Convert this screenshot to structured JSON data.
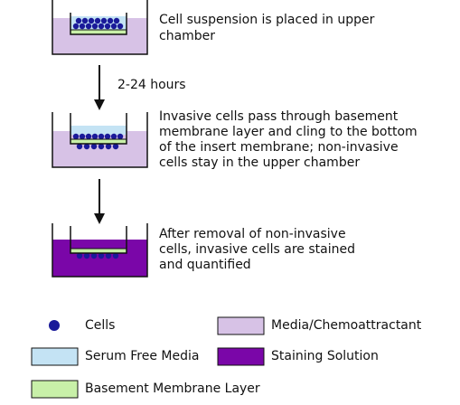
{
  "steps": [
    {
      "caption_lines": [
        "Cell suspension is placed in upper",
        "chamber"
      ]
    },
    {
      "caption_lines": [
        "Invasive cells pass through basement",
        "membrane layer and cling to the bottom",
        "of the insert membrane; non-invasive",
        "cells stay in the upper chamber"
      ]
    },
    {
      "caption_lines": [
        "After removal of non-invasive",
        "cells, invasive cells are stained",
        "and quantified"
      ]
    }
  ],
  "arrow_labels": [
    "2-24 hours"
  ],
  "legend": {
    "cells": "Cells",
    "media": "Media/Chemoattractant",
    "serum_free": "Serum Free Media",
    "staining": "Staining Solution",
    "basement": "Basement Membrane Layer"
  },
  "colors": {
    "cell": "#1a1a99",
    "media": "#d7c2e6",
    "serum_free": "#c4e3f4",
    "staining": "#7a06a8",
    "basement": "#c8f0a8",
    "outline": "#111111"
  }
}
